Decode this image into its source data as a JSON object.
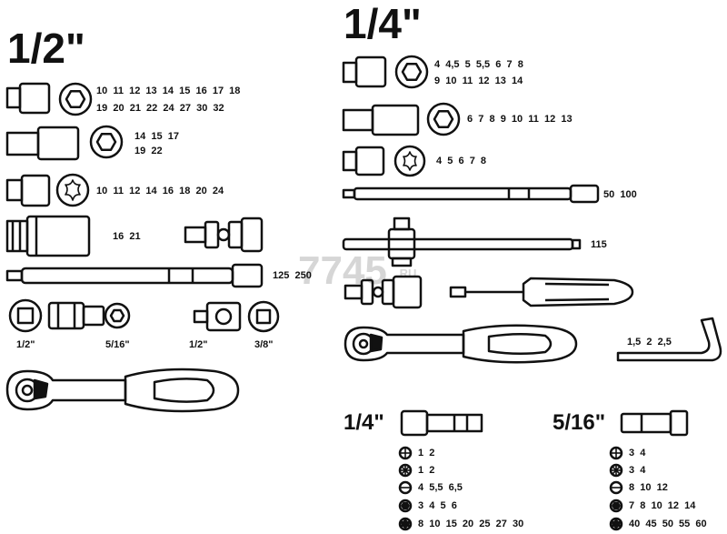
{
  "headings": {
    "half_inch": "1/2\"",
    "quarter_inch": "1/4\""
  },
  "half_inch": {
    "std_sockets_row1": "10  11  12  13  14  15  16  17  18",
    "std_sockets_row2": "19  20  21  22  24  27  30  32",
    "deep_sockets_row1": "14  15  17",
    "deep_sockets_row2": "19  22",
    "torx_sockets": "10  11  12  14  16  18  20  24",
    "spark_plug_sockets": "16  21",
    "extension_bars": "125  250",
    "adapter_left_size": "1/2\"",
    "adapter_left_inner": "5/16\"",
    "adapter_right_outer": "1/2\"",
    "adapter_right_inner": "3/8\""
  },
  "quarter_inch": {
    "std_sockets_row1": "4  4,5  5  5,5  6  7  8",
    "std_sockets_row2": "9  10  11  12  13  14",
    "deep_sockets": "6  7  8  9  10  11  12  13",
    "torx_sockets": "4  5  6  7  8",
    "extension_bars": "50  100",
    "t_bar": "115",
    "hex_keys": "1,5  2  2,5"
  },
  "bits": {
    "quarter_heading": "1/4\"",
    "five_sixteenth_heading": "5/16\"",
    "quarter_rows": [
      "1  2",
      "1  2",
      "4  5,5  6,5",
      "3  4  5  6",
      "8  10  15  20  25  27  30"
    ],
    "five_sixteenth_rows": [
      "3  4",
      "3  4",
      "8  10  12",
      "7  8  10  12  14",
      "40  45  50  55  60"
    ]
  },
  "watermark": {
    "brand": "7745",
    "suffix": ".RU"
  },
  "icons": [
    "phillips-icon",
    "pozidriv-icon",
    "slotted-icon",
    "hex-icon",
    "torx-icon"
  ]
}
